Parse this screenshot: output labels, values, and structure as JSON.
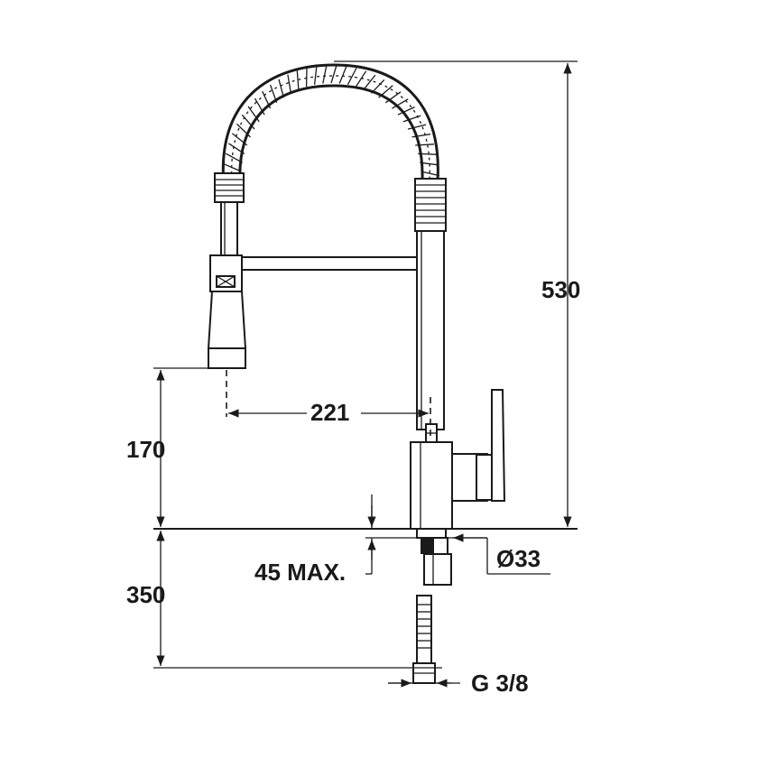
{
  "dimensions": {
    "total_height": "530",
    "spout_reach": "221",
    "spout_clearance": "170",
    "hose_length": "350",
    "mounting_thickness": "45 MAX.",
    "hole_diameter": "Ø33",
    "connection_thread": "G 3/8"
  }
}
